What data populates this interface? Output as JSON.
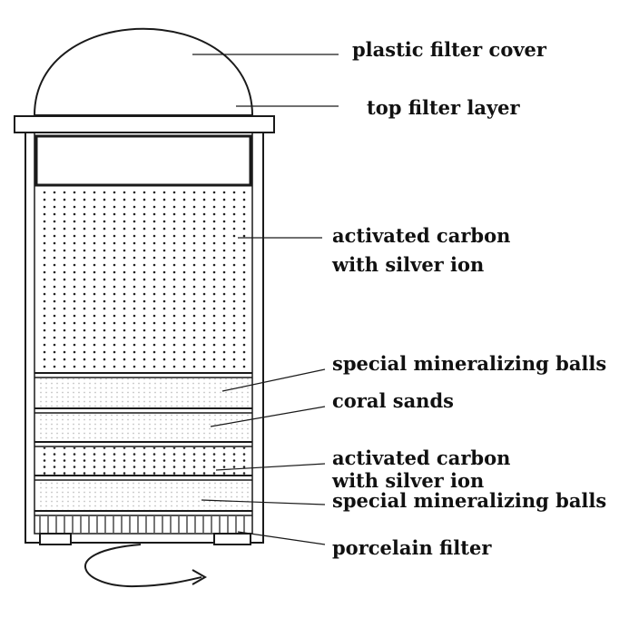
{
  "diagram": {
    "labels": {
      "plastic_filter_cover": "plastic filter cover",
      "top_filter_layer": "top filter layer",
      "activated_carbon_1_line1": "activated carbon",
      "activated_carbon_1_line2": "with silver ion",
      "special_mineralizing_balls_1": "special mineralizing balls",
      "coral_sands": "coral sands",
      "activated_carbon_2_line1": "activated carbon",
      "activated_carbon_2_line2": "with silver ion",
      "special_mineralizing_balls_2": "special mineralizing balls",
      "porcelain_filter": "porcelain filter"
    },
    "colors": {
      "ink": "#1a1a1a",
      "light_dots": "#bdbdbd",
      "dark_dots": "#222222"
    }
  }
}
